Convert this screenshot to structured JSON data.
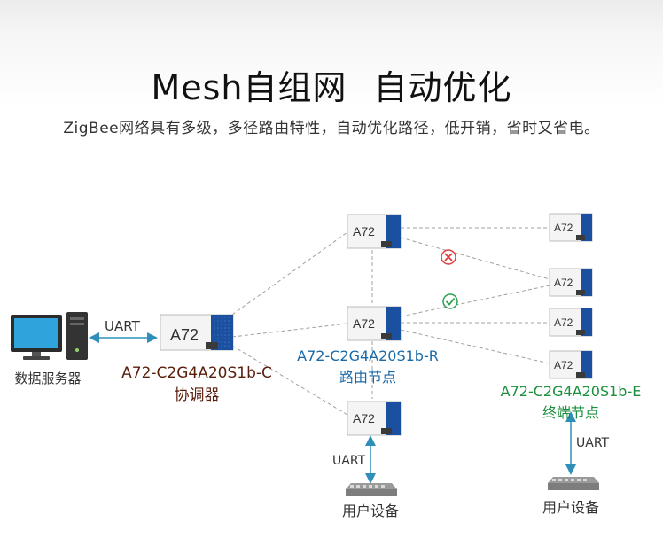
{
  "header": {
    "title_part1": "Mesh自组网",
    "title_part2": "自动优化",
    "subtitle": "ZigBee网络具有多级，多径路由特性，自动优化路径，低开销，省时又省电。"
  },
  "server": {
    "label": "数据服务器"
  },
  "links": {
    "uart": "UART"
  },
  "modules": {
    "chip_text": "A72"
  },
  "coordinator": {
    "model": "A72-C2G4A20S1b-C",
    "role": "协调器"
  },
  "router": {
    "model": "A72-C2G4A20S1b-R",
    "role": "路由节点"
  },
  "end_device": {
    "model": "A72-C2G4A20S1b-E",
    "role": "终端节点"
  },
  "user_device": {
    "label": "用户设备"
  },
  "status": {
    "fail_icon": "x-circle-icon",
    "ok_icon": "check-circle-icon",
    "fail_color": "#e23b3b",
    "ok_color": "#2aa14c"
  },
  "colors": {
    "module_blue": "#1b4fa0",
    "module_body": "#f4f4f4",
    "link_gray": "#9a9a9a"
  }
}
